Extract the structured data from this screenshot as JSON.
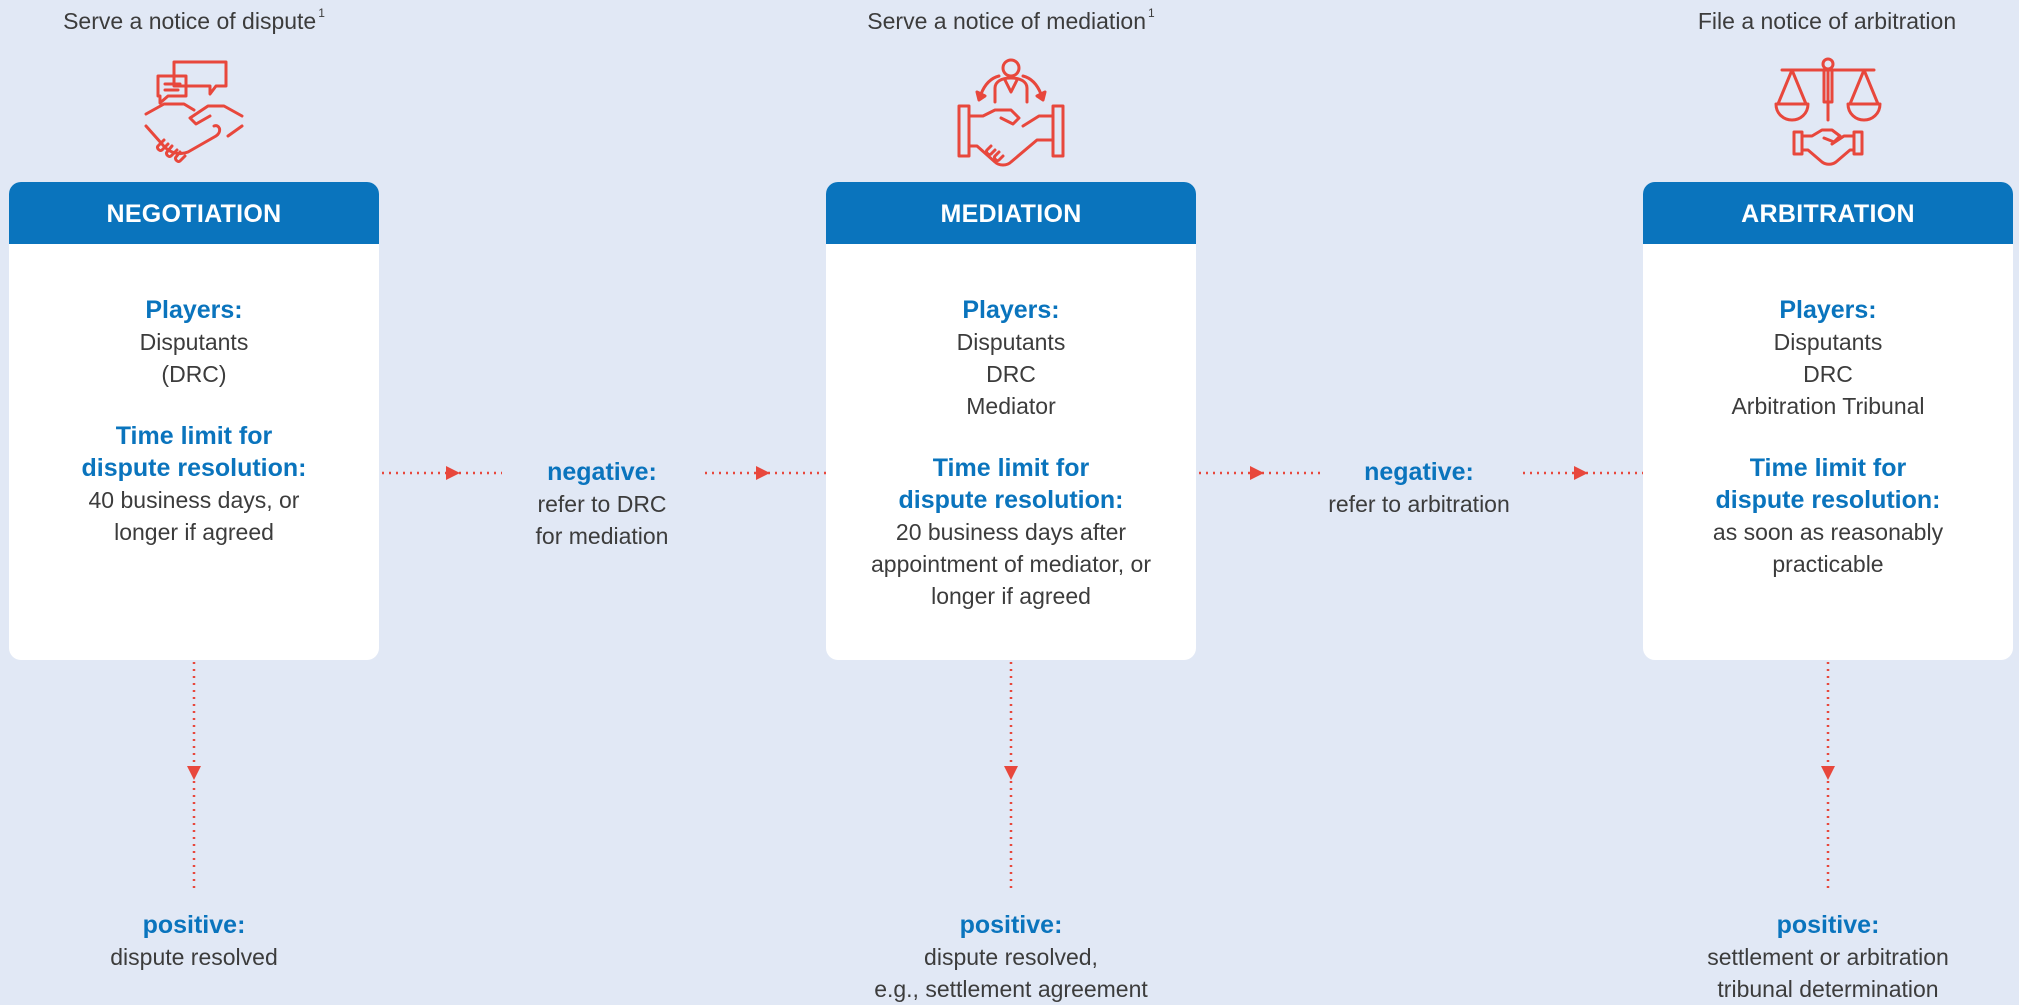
{
  "notices": [
    {
      "text": "Serve a notice of dispute",
      "sup": "1"
    },
    {
      "text": "Serve a notice of mediation",
      "sup": "1"
    },
    {
      "text": "File a notice of arbitration",
      "sup": ""
    }
  ],
  "icons": [
    "handshake-chat-icon",
    "mediator-handshake-icon",
    "scales-handshake-icon"
  ],
  "accent_color": "#0a74bd",
  "arrow_color": "#e8473c",
  "stages": [
    {
      "title": "NEGOTIATION",
      "players_label": "Players:",
      "players": [
        "Disputants",
        "(DRC)"
      ],
      "time_label_1": "Time limit for",
      "time_label_2": "dispute resolution:",
      "time": [
        "40 business days, or",
        "longer if agreed"
      ]
    },
    {
      "title": "MEDIATION",
      "players_label": "Players:",
      "players": [
        "Disputants",
        "DRC",
        "Mediator"
      ],
      "time_label_1": "Time limit for",
      "time_label_2": "dispute resolution:",
      "time": [
        "20 business days after",
        "appointment of mediator, or",
        "longer if agreed"
      ]
    },
    {
      "title": "ARBITRATION",
      "players_label": "Players:",
      "players": [
        "Disputants",
        "DRC",
        "Arbitration Tribunal"
      ],
      "time_label_1": "Time limit for",
      "time_label_2": "dispute resolution:",
      "time": [
        "as soon as reasonably",
        "practicable"
      ]
    }
  ],
  "negatives": [
    {
      "label": "negative:",
      "lines": [
        "refer to DRC",
        "for mediation"
      ]
    },
    {
      "label": "negative:",
      "lines": [
        "refer to arbitration"
      ]
    }
  ],
  "positives": [
    {
      "label": "positive:",
      "lines": [
        "dispute resolved"
      ]
    },
    {
      "label": "positive:",
      "lines": [
        "dispute resolved,",
        "e.g., settlement agreement"
      ]
    },
    {
      "label": "positive:",
      "lines": [
        "settlement or arbitration",
        "tribunal determination"
      ]
    }
  ]
}
